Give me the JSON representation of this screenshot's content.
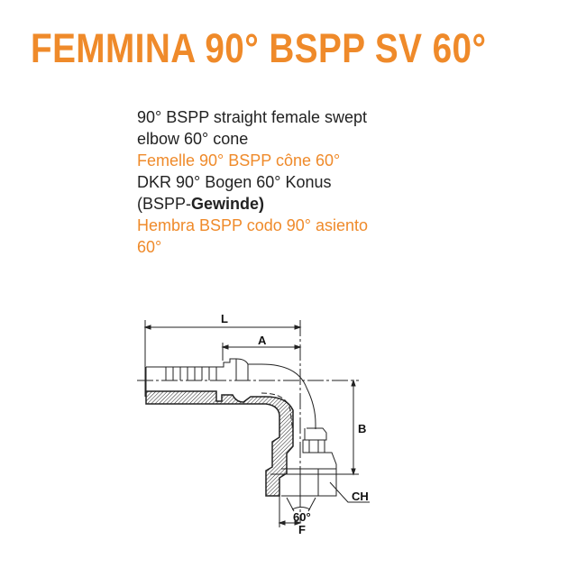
{
  "title": "FEMMINA 90° BSPP SV 60°",
  "description": {
    "en": [
      "90° BSPP straight female swept",
      "elbow 60° cone"
    ],
    "fr": "Femelle 90°  BSPP cône 60°",
    "de_line1": "DKR 90° Bogen 60° Konus",
    "de_line2_prefix": "(BSPP-",
    "de_line2_bold": "Gewinde)",
    "es": [
      "Hembra BSPP codo 90° asiento",
      "60°"
    ]
  },
  "drawing": {
    "labels": {
      "L": "L",
      "A": "A",
      "B": "B",
      "CH": "CH",
      "F": "F",
      "angle": "60°"
    }
  },
  "colors": {
    "accent": "#ef8a2a"
  }
}
